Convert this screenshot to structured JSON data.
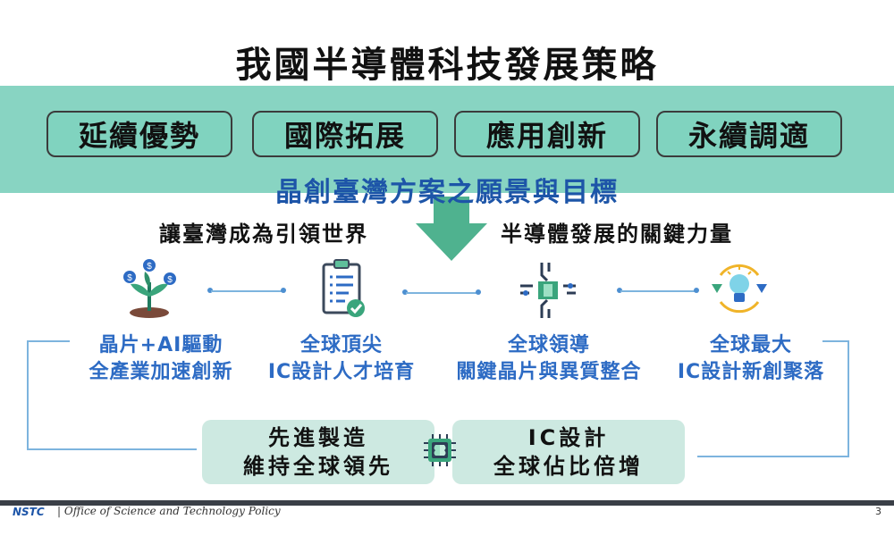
{
  "title": "我國半導體科技發展策略",
  "pillars": [
    "延續優勢",
    "國際拓展",
    "應用創新",
    "永續調適"
  ],
  "vision": "晶創臺灣方案之願景與目標",
  "subtitle_left": "讓臺灣成為引領世界",
  "subtitle_right": "半導體發展的關鍵力量",
  "goals": [
    {
      "line1": "晶片+AI驅動",
      "line2": "全產業加速創新",
      "icon": "money-plant-icon"
    },
    {
      "line1": "全球頂尖",
      "line2": "IC設計人才培育",
      "icon": "clipboard-check-icon"
    },
    {
      "line1": "全球領導",
      "line2": "關鍵晶片與異質整合",
      "icon": "chip-integration-icon"
    },
    {
      "line1": "全球最大",
      "line2": "IC設計新創聚落",
      "icon": "lightbulb-cycle-icon"
    }
  ],
  "bases": [
    {
      "line1": "先進製造",
      "line2": "維持全球領先"
    },
    {
      "line1": "IC設計",
      "line2": "全球佔比倍增"
    }
  ],
  "center_icon": "brain-chip-icon",
  "footer": {
    "logo": "NSTC",
    "text": "| Office of Science and Technology Policy",
    "page": "3"
  },
  "colors": {
    "band": "#88d4c2",
    "vision_blue": "#1d55a8",
    "goal_blue": "#2d6bc4",
    "base_box": "#cde9e1",
    "arrow": "#4fb28f"
  }
}
